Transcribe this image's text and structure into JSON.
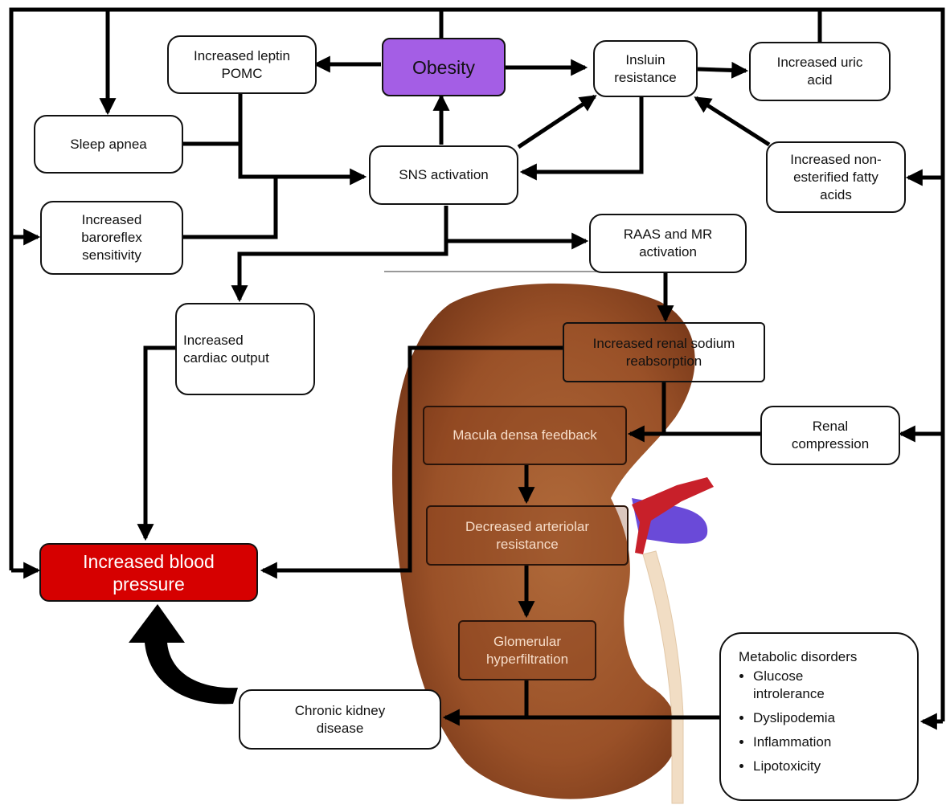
{
  "nodes": {
    "obesity": "Obesity",
    "leptin": "Increased leptin\nPOMC",
    "insulin": "Insluin\nresistance",
    "uric": "Increased uric\nacid",
    "sleep": "Sleep apnea",
    "sns": "SNS activation",
    "nefa": "Increased non-\nesterified fatty\nacids",
    "baro": "Increased\nbaroreflex\nsensitivity",
    "raas": "RAAS and MR\nactivation",
    "cardiac": "Increased\ncardiac output",
    "sodium": "Increased renal sodium\nreabsorption",
    "macula": "Macula densa feedback",
    "compression": "Renal\ncompression",
    "arteriolar": "Decreased arteriolar\nresistance",
    "bp": "Increased blood\npressure",
    "glomerular": "Glomerular\nhyperfiltration",
    "ckd": "Chronic kidney\ndisease"
  },
  "metabolic": {
    "title": "Metabolic disorders",
    "items": [
      "Glucose\nintrolerance",
      "Dyslipodemia",
      "Inflammation",
      "Lipotoxicity"
    ]
  },
  "colors": {
    "obesity": "#a45ee5",
    "blood_pressure": "#d60000",
    "kidney": "#9a5128",
    "artery": "#c8202a",
    "vein": "#6a4ad8"
  }
}
